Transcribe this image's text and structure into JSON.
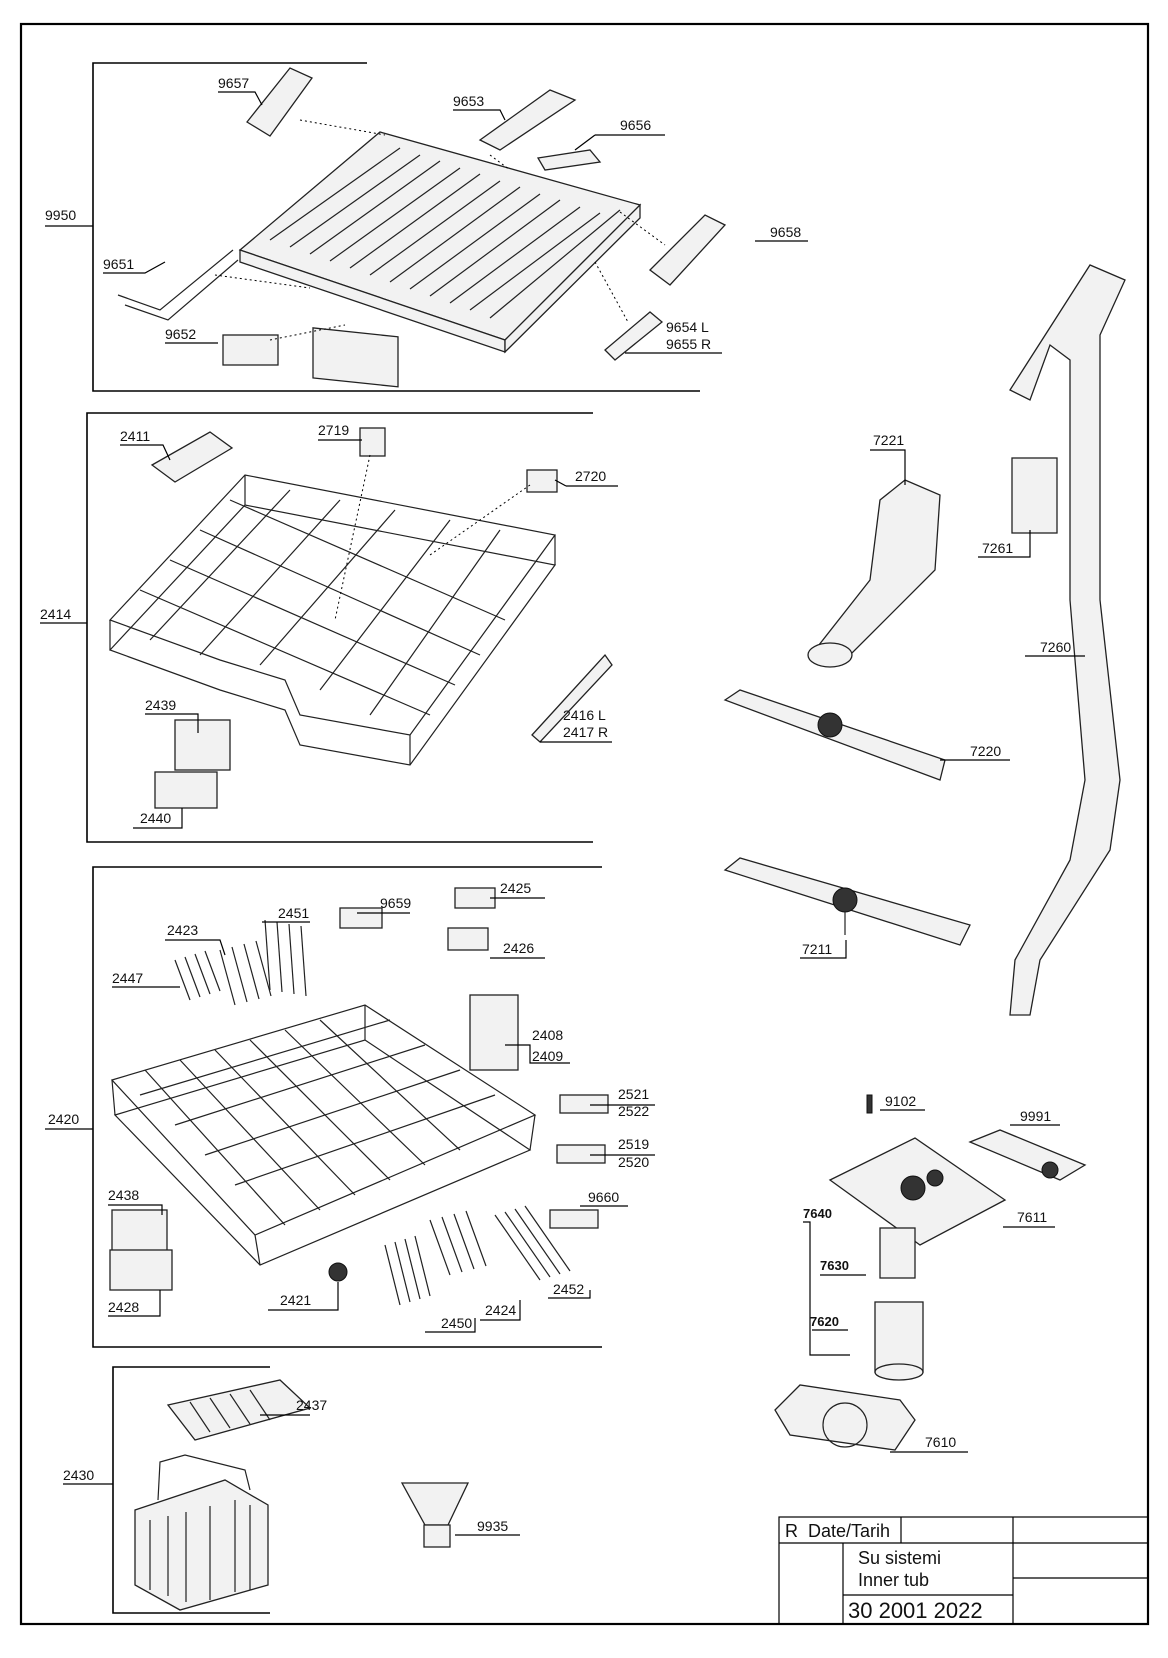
{
  "parts": {
    "p9950": "9950",
    "p9657": "9657",
    "p9653": "9653",
    "p9656": "9656",
    "p9658": "9658",
    "p9651": "9651",
    "p9652": "9652",
    "p9654": "9654 L",
    "p9655": "9655 R",
    "p2411": "2411",
    "p2719": "2719",
    "p2720": "2720",
    "p2414": "2414",
    "p2439": "2439",
    "p2440": "2440",
    "p2416": "2416 L",
    "p2417": "2417 R",
    "p7221": "7221",
    "p7261": "7261",
    "p7260": "7260",
    "p7220": "7220",
    "p7211": "7211",
    "p2451": "2451",
    "p9659": "9659",
    "p2425": "2425",
    "p2423": "2423",
    "p2426": "2426",
    "p2447": "2447",
    "p2408": "2408",
    "p2409": "2409",
    "p2420": "2420",
    "p2521": "2521",
    "p2522": "2522",
    "p2519": "2519",
    "p2520": "2520",
    "p9660": "9660",
    "p2438": "2438",
    "p2428": "2428",
    "p2421": "2421",
    "p2424": "2424",
    "p2452": "2452",
    "p2450": "2450",
    "p9102": "9102",
    "p9991": "9991",
    "p7611": "7611",
    "p7640": "7640",
    "p7630": "7630",
    "p7620": "7620",
    "p7610": "7610",
    "p2437": "2437",
    "p2430": "2430",
    "p9935": "9935"
  },
  "title_block": {
    "rev": "R",
    "date_label": "Date/Tarih",
    "name_tr": "Su sistemi",
    "name_en": "Inner tub",
    "doc_no": "30 2001 2022"
  }
}
